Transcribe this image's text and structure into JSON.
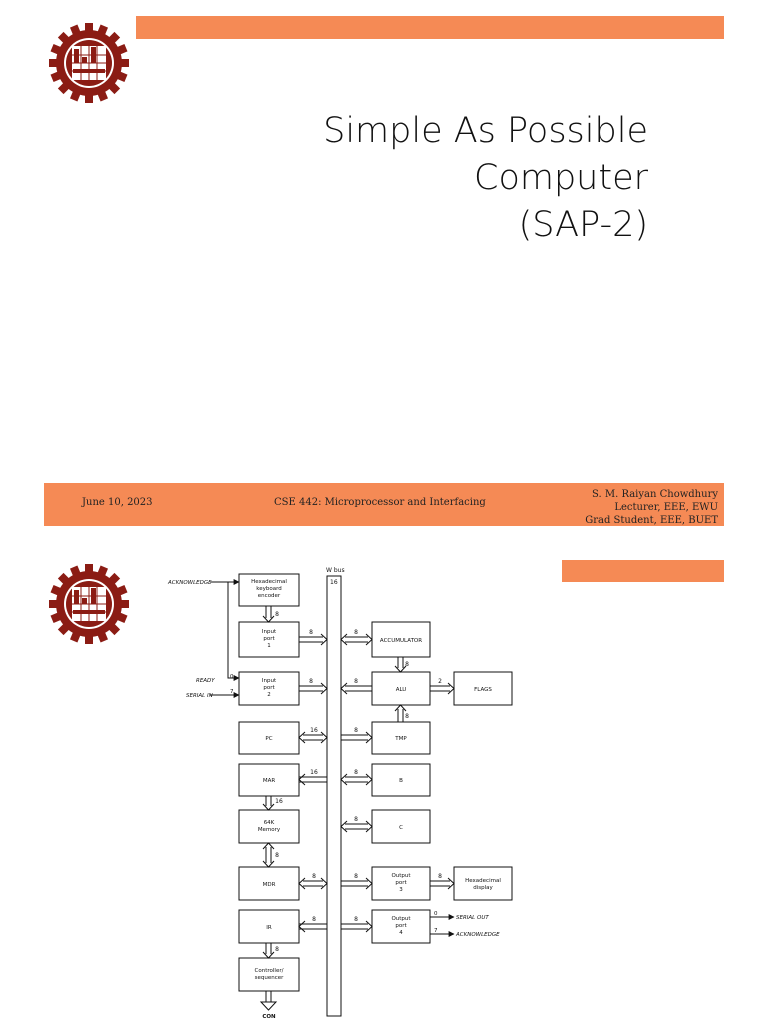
{
  "slide1": {
    "title_lines": [
      "Simple As Possible",
      "Computer",
      "(SAP-2)"
    ],
    "footer": {
      "date": "June 10, 2023",
      "course": "CSE 442: Microprocessor and Interfacing",
      "author_lines": [
        "S. M. Raiyan Chowdhury",
        "Lecturer, EEE, EWU",
        "Grad Student, EEE, BUET"
      ]
    },
    "accent_color": "#f58a55",
    "logo": "buet-gear-logo"
  },
  "slide2": {
    "logo": "buet-gear-logo",
    "diagram": {
      "bus_label": "W bus",
      "bus_width": "16",
      "external_signals": {
        "acknowledge_in": "ACKNOWLEDGE",
        "ready": "READY",
        "serial_in": "SERIAL IN",
        "serial_out": "SERIAL OUT",
        "acknowledge_out": "ACKNOWLEDGE",
        "ready_bit": "0",
        "serial_in_bit": "7",
        "serial_out_bit": "0",
        "acknowledge_out_bit": "7"
      },
      "blocks": {
        "hex_keyboard_encoder": [
          "Hexadecimal",
          "keyboard",
          "encoder"
        ],
        "input_port_1": [
          "Input",
          "port",
          "1"
        ],
        "input_port_2": [
          "Input",
          "port",
          "2"
        ],
        "pc": [
          "PC"
        ],
        "mar": [
          "MAR"
        ],
        "memory": [
          "64K",
          "Memory"
        ],
        "mdr": [
          "MDR"
        ],
        "ir": [
          "IR"
        ],
        "controller_sequencer": [
          "Controller/",
          "sequencer"
        ],
        "con": "CON",
        "accumulator": [
          "ACCUMULATOR"
        ],
        "alu": [
          "ALU"
        ],
        "flags": [
          "FLAGS"
        ],
        "tmp": [
          "TMP"
        ],
        "b": [
          "B"
        ],
        "c": [
          "C"
        ],
        "output_port_3": [
          "Output",
          "port",
          "3"
        ],
        "hex_display": [
          "Hexadecimal",
          "display"
        ],
        "output_port_4": [
          "Output",
          "port",
          "4"
        ]
      },
      "widths": {
        "encoder_to_port1": "8",
        "port1_bus": "8",
        "port2_bus": "8",
        "pc_bus": "16",
        "mar_bus": "16",
        "mar_memory": "16",
        "memory_mdr": "8",
        "mdr_bus": "8",
        "ir_bus": "8",
        "ir_controller": "8",
        "acc_bus": "8",
        "acc_alu": "8",
        "alu_bus": "8",
        "alu_flags": "2",
        "tmp_alu": "8",
        "tmp_bus": "8",
        "b_bus": "8",
        "c_bus": "8",
        "port3_bus": "8",
        "port3_display": "8",
        "port4_bus": "8"
      }
    }
  }
}
